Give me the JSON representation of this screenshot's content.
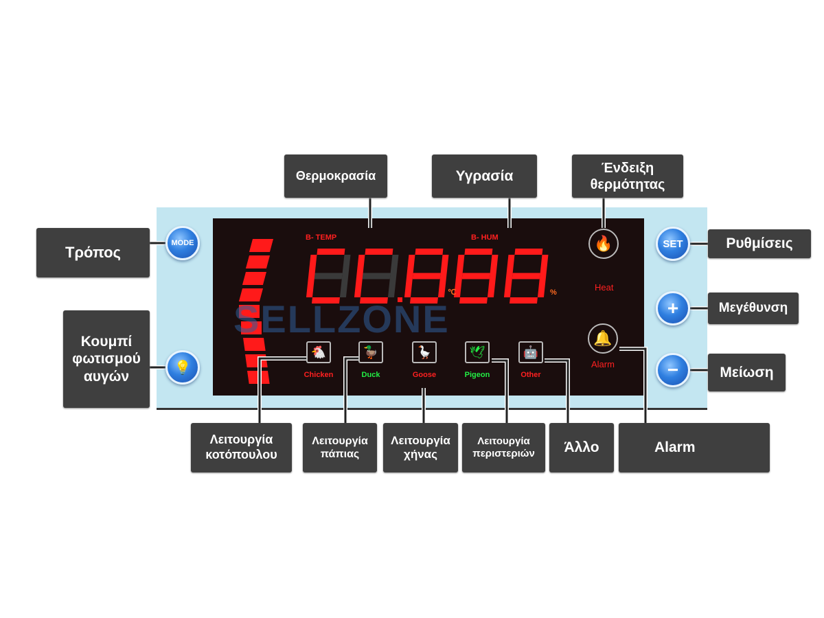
{
  "labels": {
    "temperature": "Θερμοκρασία",
    "humidity": "Υγρασία",
    "heat_indicator": [
      "Ένδειξη",
      "θερμότητας"
    ],
    "mode": "Τρόπος",
    "egg_light": [
      "Κουμπί",
      "φωτισμού",
      "αυγών"
    ],
    "settings": "Ρυθμίσεις",
    "increase": "Μεγέθυνση",
    "decrease": "Μείωση",
    "chicken_mode": [
      "Λειτουργία",
      "κοτόπουλου"
    ],
    "duck_mode": [
      "Λειτουργία",
      "πάπιας"
    ],
    "goose_mode": [
      "Λειτουργία",
      "χήνας"
    ],
    "pigeon_mode": [
      "Λειτουργία",
      "περιστεριών"
    ],
    "other": "Άλλο",
    "alarm": "Alarm"
  },
  "buttons": {
    "mode": "MODE",
    "set": "SET",
    "plus": "+",
    "minus": "−"
  },
  "display": {
    "b_temp": "B- TEMP",
    "b_hum": "B- HUM",
    "celsius": "℃",
    "percent": "%",
    "heat": "Heat",
    "alarm": "Alarm",
    "animals": [
      {
        "label": "Chicken",
        "icon": "chicken-icon",
        "color": "#ff2020"
      },
      {
        "label": "Duck",
        "icon": "duck-icon",
        "color": "#22ee44"
      },
      {
        "label": "Goose",
        "icon": "goose-icon",
        "color": "#ff2020"
      },
      {
        "label": "Pigeon",
        "icon": "pigeon-icon",
        "color": "#22ee44"
      },
      {
        "label": "Other",
        "icon": "android-icon",
        "color": "#ff2020"
      }
    ]
  },
  "watermark": "SELLZONE",
  "colors": {
    "segment_on": "#ff1a1a",
    "segment_off": "#3a3a3a",
    "panel": "#c3e6f1"
  }
}
